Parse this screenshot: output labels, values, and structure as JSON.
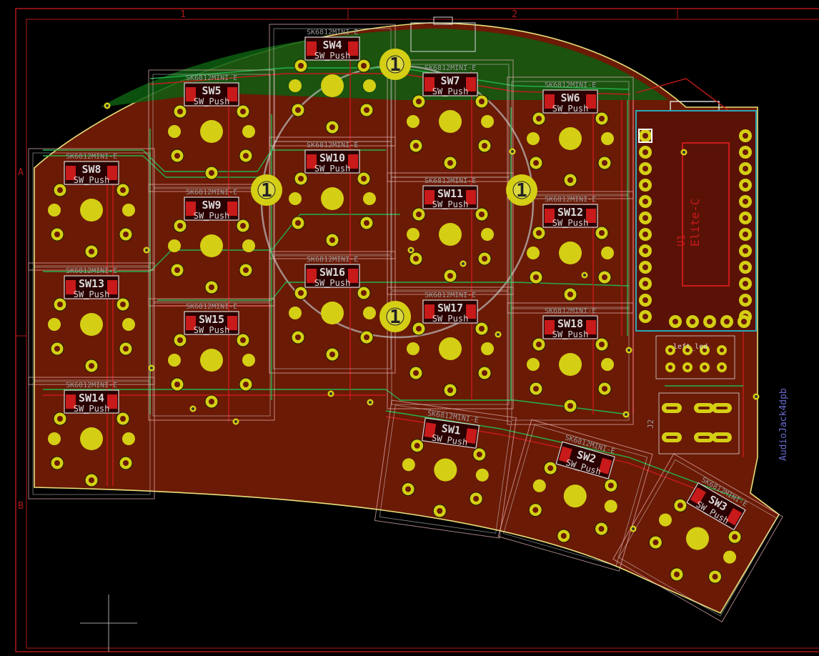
{
  "sheet": {
    "column_labels": [
      "1",
      "2"
    ],
    "row_labels": [
      "A",
      "B"
    ]
  },
  "board": {
    "colors": {
      "background": "#000000",
      "copper_fill": "#6b1a06",
      "outline": "#e8e07a",
      "green_fill": "#0d5e12",
      "pad": "#d4cf14",
      "track_red": "#c81a1a",
      "track_green": "#23b34a",
      "silk": "#d9d9d9",
      "courtyard": "#e8b4b4",
      "teal": "#2aa6b8",
      "text_blue": "#6a6acd",
      "frame_red": "#b01818"
    }
  },
  "switches": [
    {
      "ref": "SW1",
      "led_label": "SK6812MINI-E"
    },
    {
      "ref": "SW2",
      "led_label": "SK6812MINI-E"
    },
    {
      "ref": "SW3",
      "led_label": "SK6812MINI-E"
    },
    {
      "ref": "SW4",
      "led_label": "SK6812MINI-E"
    },
    {
      "ref": "SW5",
      "led_label": "SK6812MINI-E"
    },
    {
      "ref": "SW6",
      "led_label": "SK6812MINI-E"
    },
    {
      "ref": "SW7",
      "led_label": "SK6812MINI-E"
    },
    {
      "ref": "SW8",
      "led_label": "SK6812MINI-E"
    },
    {
      "ref": "SW9",
      "led_label": "SK6812MINI-E"
    },
    {
      "ref": "SW10",
      "led_label": "SK6812MINI-E"
    },
    {
      "ref": "SW11",
      "led_label": "SK6812MINI-E"
    },
    {
      "ref": "SW12",
      "led_label": "SK6812MINI-E"
    },
    {
      "ref": "SW13",
      "led_label": "SK6812MINI-E"
    },
    {
      "ref": "SW14",
      "led_label": "SK6812MINI-E"
    },
    {
      "ref": "SW15",
      "led_label": "SK6812MINI-E"
    },
    {
      "ref": "SW16",
      "led_label": "SK6812MINI-E"
    },
    {
      "ref": "SW17",
      "led_label": "SK6812MINI-E"
    },
    {
      "ref": "SW18",
      "led_label": "SK6812MINI-E"
    }
  ],
  "switch_sub_label": "SW_Push",
  "mounting_holes": [
    "1",
    "1",
    "1",
    "1"
  ],
  "mcu": {
    "label": "Elite-C",
    "ref": "U1"
  },
  "connector": {
    "ref": "J2"
  },
  "audio_label": "AudioJack4dpb",
  "left_led_label": "left_led"
}
